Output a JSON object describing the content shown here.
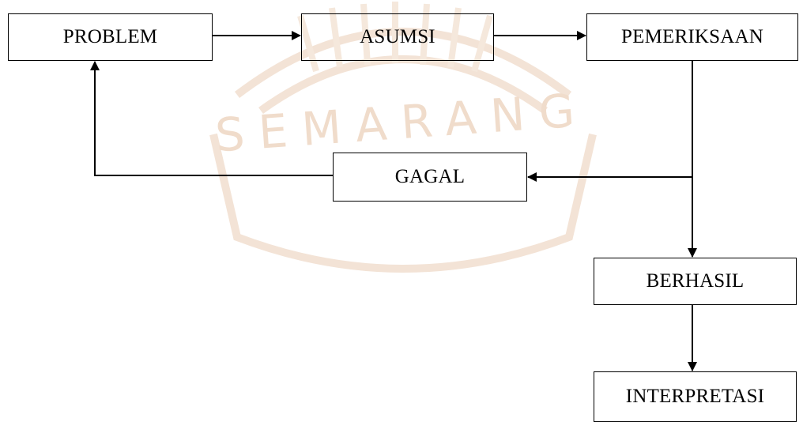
{
  "diagram": {
    "nodes": {
      "problem": "PROBLEM",
      "asumsi": "ASUMSI",
      "pemeriksaan": "PEMERIKSAAN",
      "gagal": "GAGAL",
      "berhasil": "BERHASIL",
      "interpretasi": "INTERPRETASI"
    },
    "edges": [
      {
        "from": "problem",
        "to": "asumsi"
      },
      {
        "from": "asumsi",
        "to": "pemeriksaan"
      },
      {
        "from": "pemeriksaan",
        "to": "gagal"
      },
      {
        "from": "pemeriksaan",
        "to": "berhasil"
      },
      {
        "from": "gagal",
        "to": "problem"
      },
      {
        "from": "berhasil",
        "to": "interpretasi"
      }
    ]
  },
  "watermark": {
    "text": "SEMARANG",
    "color": "#f0dccb"
  }
}
